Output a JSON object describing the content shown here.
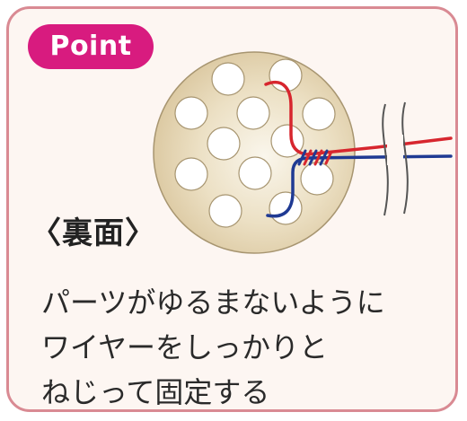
{
  "badge": {
    "label": "Point",
    "color": "#d81b7f"
  },
  "diagram": {
    "side_label": "〈裏面〉",
    "disc_color": "#e3d3b0",
    "wire_colors": [
      "#d7262e",
      "#1f3a93",
      "#555555"
    ]
  },
  "instructions": {
    "lines": [
      "パーツがゆるまないように",
      "ワイヤーをしっかりと",
      "ねじって固定する"
    ]
  },
  "frame": {
    "border_color": "#d98a93",
    "background": "#fdf6f2"
  }
}
